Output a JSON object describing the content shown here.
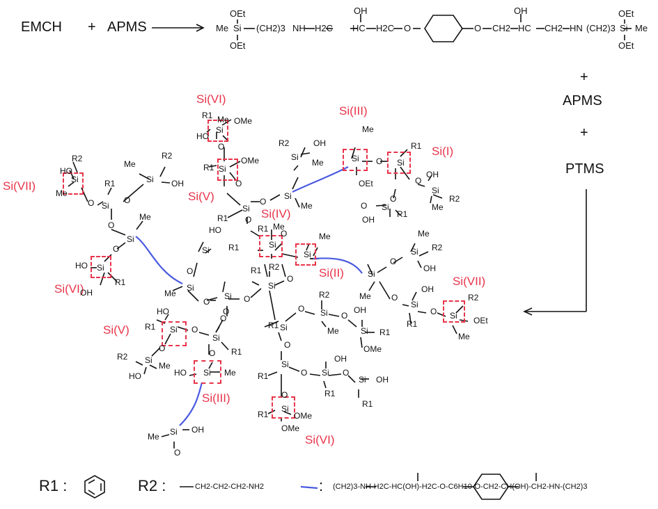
{
  "scheme": {
    "reactant_a": "EMCH",
    "plus": "+",
    "reactant_b": "APMS",
    "step_plus_1": "+",
    "step_reagent_1": "APMS",
    "step_plus_2": "+",
    "step_reagent_2": "PTMS"
  },
  "top_molecule": {
    "oet_top_left": "OEt",
    "me_left": "Me",
    "si_left": "Si",
    "oet_bottom_left": "OEt",
    "chain_left": "(CH2)3",
    "nh_left": "NH",
    "h2c_1": "H2C",
    "hc_1": "HC",
    "oh_1": "OH",
    "h2c_2": "H2C",
    "o_1": "O",
    "o_2": "O",
    "ch2_3": "CH2",
    "hc_2": "HC",
    "oh_2": "OH",
    "ch2_4": "CH2",
    "nh_right": "HN",
    "chain_right": "(CH2)3",
    "oet_top_right": "OEt",
    "si_right": "Si",
    "me_right": "Me",
    "oet_bottom_right": "OEt"
  },
  "site_labels": {
    "si_vi_top": "Si(VI)",
    "si_iii_top": "Si(III)",
    "si_i": "Si(I)",
    "si_vii_left": "Si(VII)",
    "si_v_upper": "Si(V)",
    "si_iv": "Si(IV)",
    "si_ii": "Si(II)",
    "si_vi_left": "Si(VI)",
    "si_vii_right": "Si(VII)",
    "si_v_lower": "Si(V)",
    "si_iii_lower": "Si(III)",
    "si_vi_bottom": "Si(VI)"
  },
  "legend": {
    "r1_label": "R1 :",
    "r2_label": "R2 :",
    "r2_formula": "CH2-CH2-CH2-NH2",
    "linker_label": ":",
    "linker_formula": "(CH2)3-NH-H2C-HC(OH)-H2C-O-C6H10-O-CH2-CH(OH)-CH2-HN-(CH2)3"
  },
  "colors": {
    "site_label": "#e8344a",
    "linker": "#4a5be0",
    "text": "#111111"
  }
}
